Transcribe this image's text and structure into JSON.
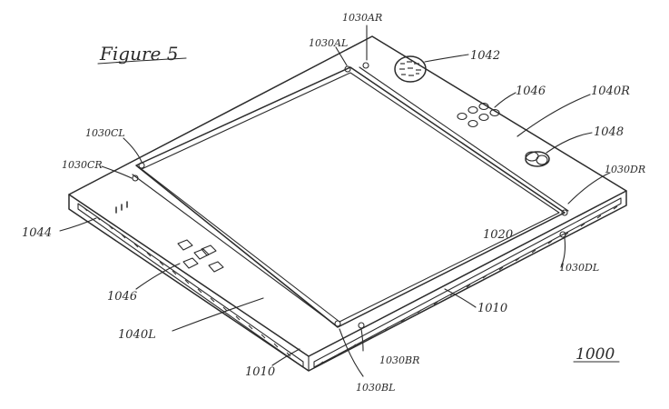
{
  "figure": {
    "title": "Figure 5",
    "labels": {
      "l1000": "1000",
      "l1010a": "1010",
      "l1010b": "1010",
      "l1020": "1020",
      "l1030AR": "1030AR",
      "l1030AL": "1030AL",
      "l1030CL": "1030CL",
      "l1030CR": "1030CR",
      "l1030DR": "1030DR",
      "l1030DL": "1030DL",
      "l1030BR": "1030BR",
      "l1030BL": "1030BL",
      "l1040R": "1040R",
      "l1040L": "1040L",
      "l1042": "1042",
      "l1044": "1044",
      "l1046a": "1046",
      "l1046b": "1046",
      "l1048": "1048"
    }
  }
}
